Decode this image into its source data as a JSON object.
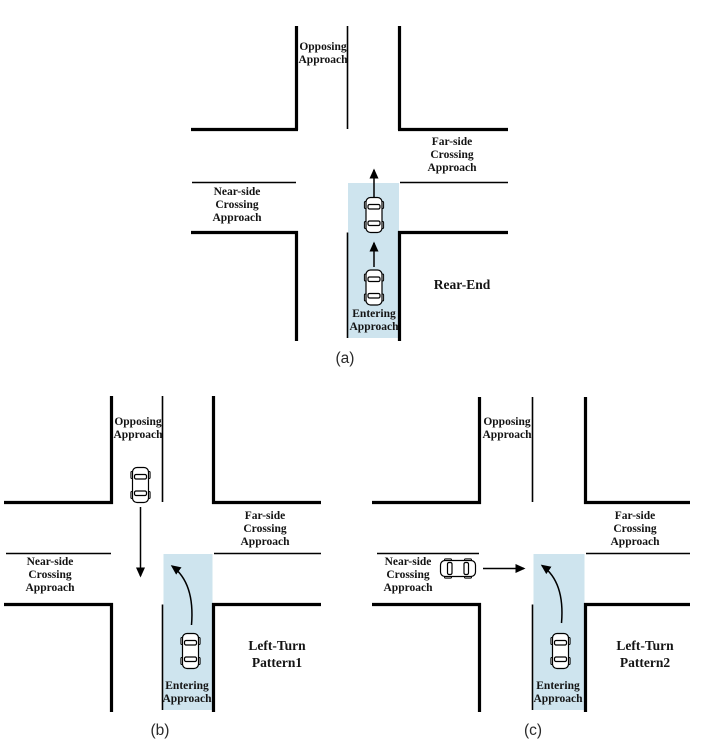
{
  "figure": {
    "background_color": "#ffffff",
    "line_color": "#000000",
    "lane_highlight_color": "#cee4ee",
    "description": "Three intersection collision-pattern diagrams"
  },
  "diagrams": [
    {
      "id": "a",
      "caption": "(a)",
      "crash_type": "Rear-End",
      "labels": {
        "opposing": "Opposing Approach",
        "far_side": "Far-side Crossing Approach",
        "near_side": "Near-side Crossing Approach",
        "entering": "Entering Approach"
      },
      "vehicles": [
        {
          "name": "lead-car",
          "lane": "entering-approach",
          "direction": "up"
        },
        {
          "name": "following-car",
          "lane": "entering-approach",
          "direction": "up"
        }
      ],
      "movement_arrows": [
        {
          "name": "lead-car-straight-arrow",
          "direction": "up"
        },
        {
          "name": "following-car-straight-arrow",
          "direction": "up"
        }
      ]
    },
    {
      "id": "b",
      "caption": "(b)",
      "crash_type": "Left-Turn Pattern1",
      "labels": {
        "opposing": "Opposing Approach",
        "far_side": "Far-side Crossing Approach",
        "near_side": "Near-side Crossing Approach",
        "entering": "Entering Approach"
      },
      "vehicles": [
        {
          "name": "opposing-car",
          "lane": "opposing-approach",
          "direction": "down"
        },
        {
          "name": "turning-car",
          "lane": "entering-approach",
          "direction": "up"
        }
      ],
      "movement_arrows": [
        {
          "name": "opposing-straight-arrow",
          "direction": "down"
        },
        {
          "name": "left-turn-arrow",
          "direction": "up-left-curve"
        }
      ]
    },
    {
      "id": "c",
      "caption": "(c)",
      "crash_type": "Left-Turn Pattern2",
      "labels": {
        "opposing": "Opposing Approach",
        "far_side": "Far-side Crossing Approach",
        "near_side": "Near-side Crossing Approach",
        "entering": "Entering Approach"
      },
      "vehicles": [
        {
          "name": "near-side-crossing-car",
          "lane": "near-side-crossing-approach",
          "direction": "right"
        },
        {
          "name": "turning-car",
          "lane": "entering-approach",
          "direction": "up"
        }
      ],
      "movement_arrows": [
        {
          "name": "crossing-straight-arrow",
          "direction": "right"
        },
        {
          "name": "left-turn-arrow",
          "direction": "up-left-curve"
        }
      ]
    }
  ]
}
